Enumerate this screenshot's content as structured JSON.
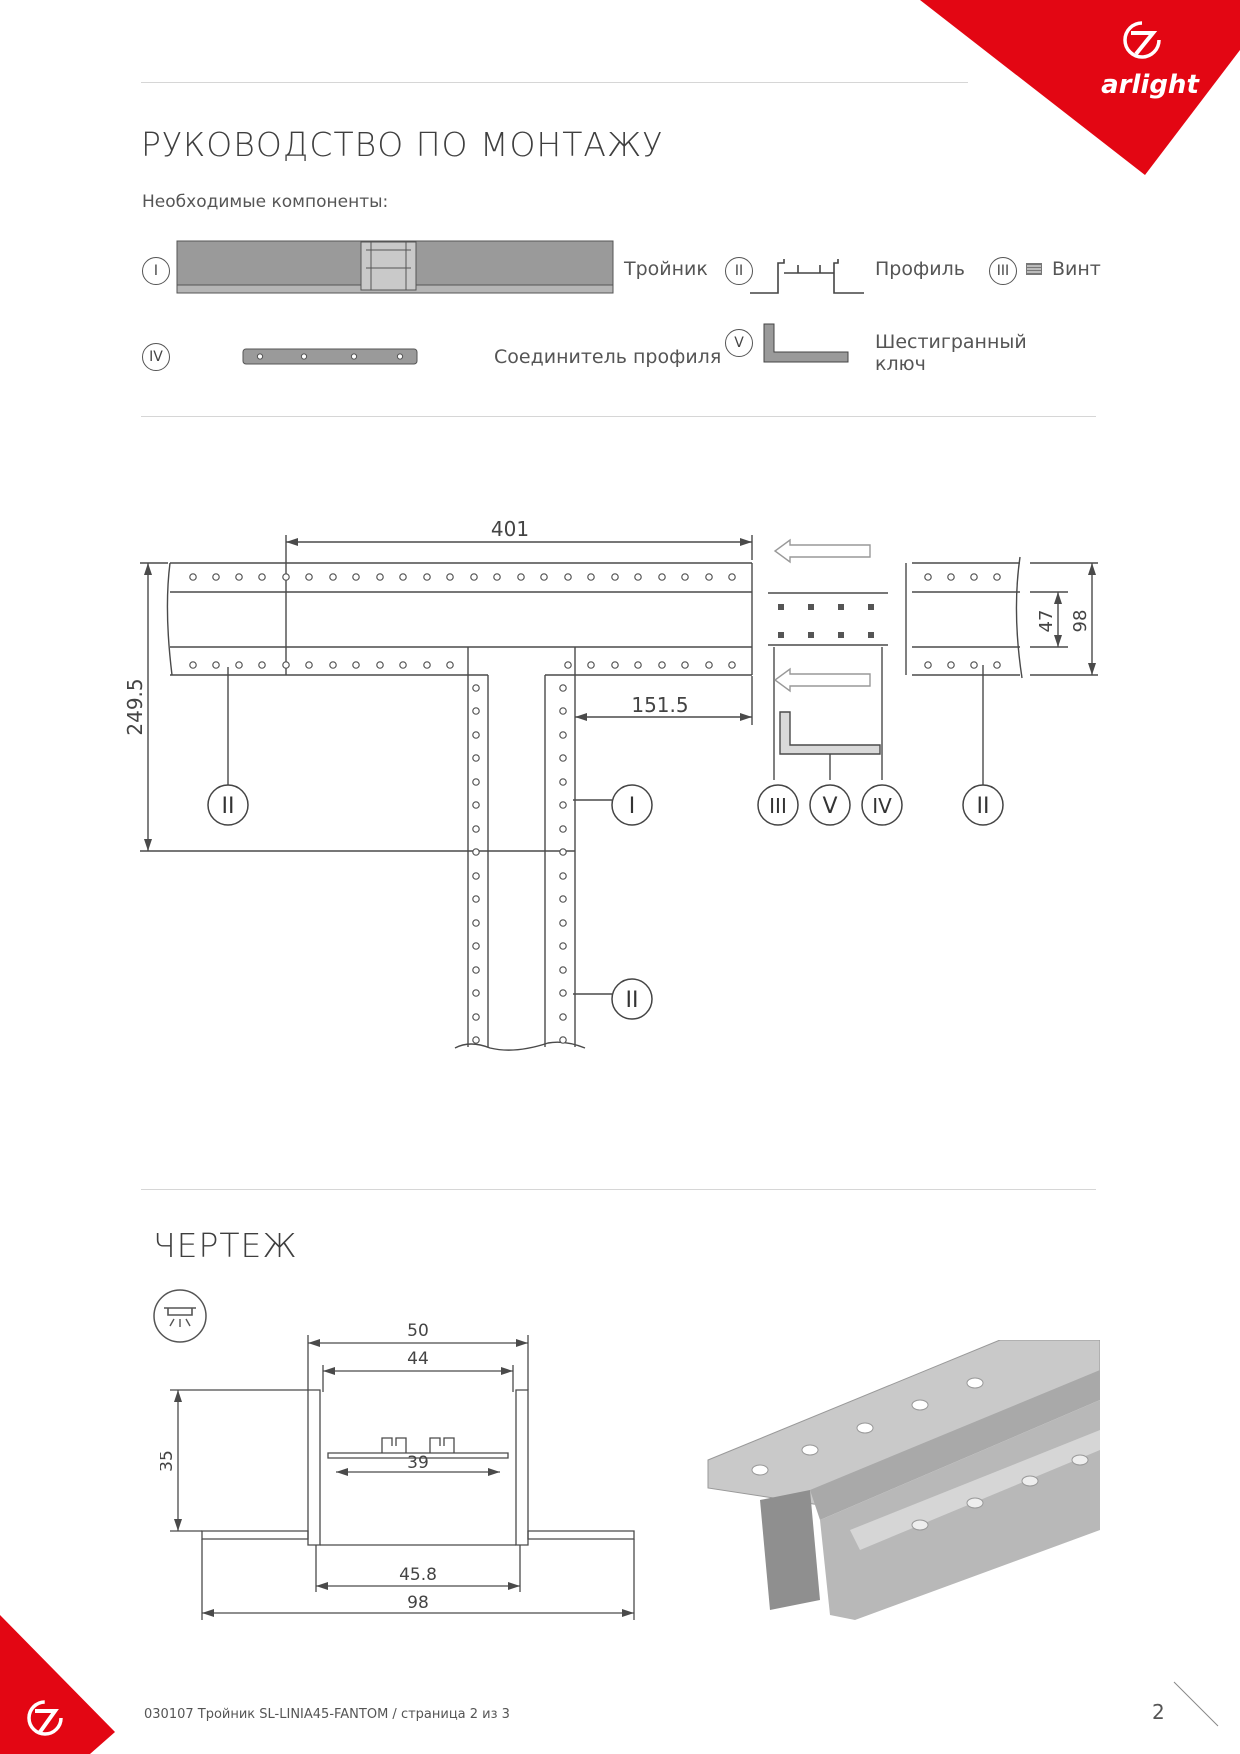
{
  "header": {
    "title": "РУКОВОДСТВО ПО МОНТАЖУ",
    "subtitle": "Необходимые компоненты:",
    "logo_text": "arlight"
  },
  "components": [
    {
      "num": "I",
      "label": "Тройник"
    },
    {
      "num": "II",
      "label": "Профиль"
    },
    {
      "num": "III",
      "label": "Винт"
    },
    {
      "num": "IV",
      "label": "Соединитель профиля"
    },
    {
      "num": "V",
      "label": "Шестигранный",
      "label2": "ключ"
    }
  ],
  "assembly": {
    "dims": {
      "length_top": "401",
      "height_left": "249.5",
      "branch": "151.5",
      "height_47": "47",
      "height_98": "98"
    },
    "callouts": {
      "c1": "II",
      "c2": "I",
      "c3": "II",
      "c4": "III",
      "c5": "V",
      "c6": "IV",
      "c7": "II"
    }
  },
  "drawing": {
    "title": "ЧЕРТЕЖ",
    "dims": {
      "d50": "50",
      "d44": "44",
      "d39": "39",
      "d35": "35",
      "d458": "45.8",
      "d98": "98"
    }
  },
  "footer": {
    "text": "030107 Тройник SL-LINIA45-FANTOM / страница 2 из 3",
    "page": "2"
  },
  "colors": {
    "brand_red": "#e30613",
    "line": "#4a4a4a",
    "profile_gray": "#8a8a8a"
  }
}
